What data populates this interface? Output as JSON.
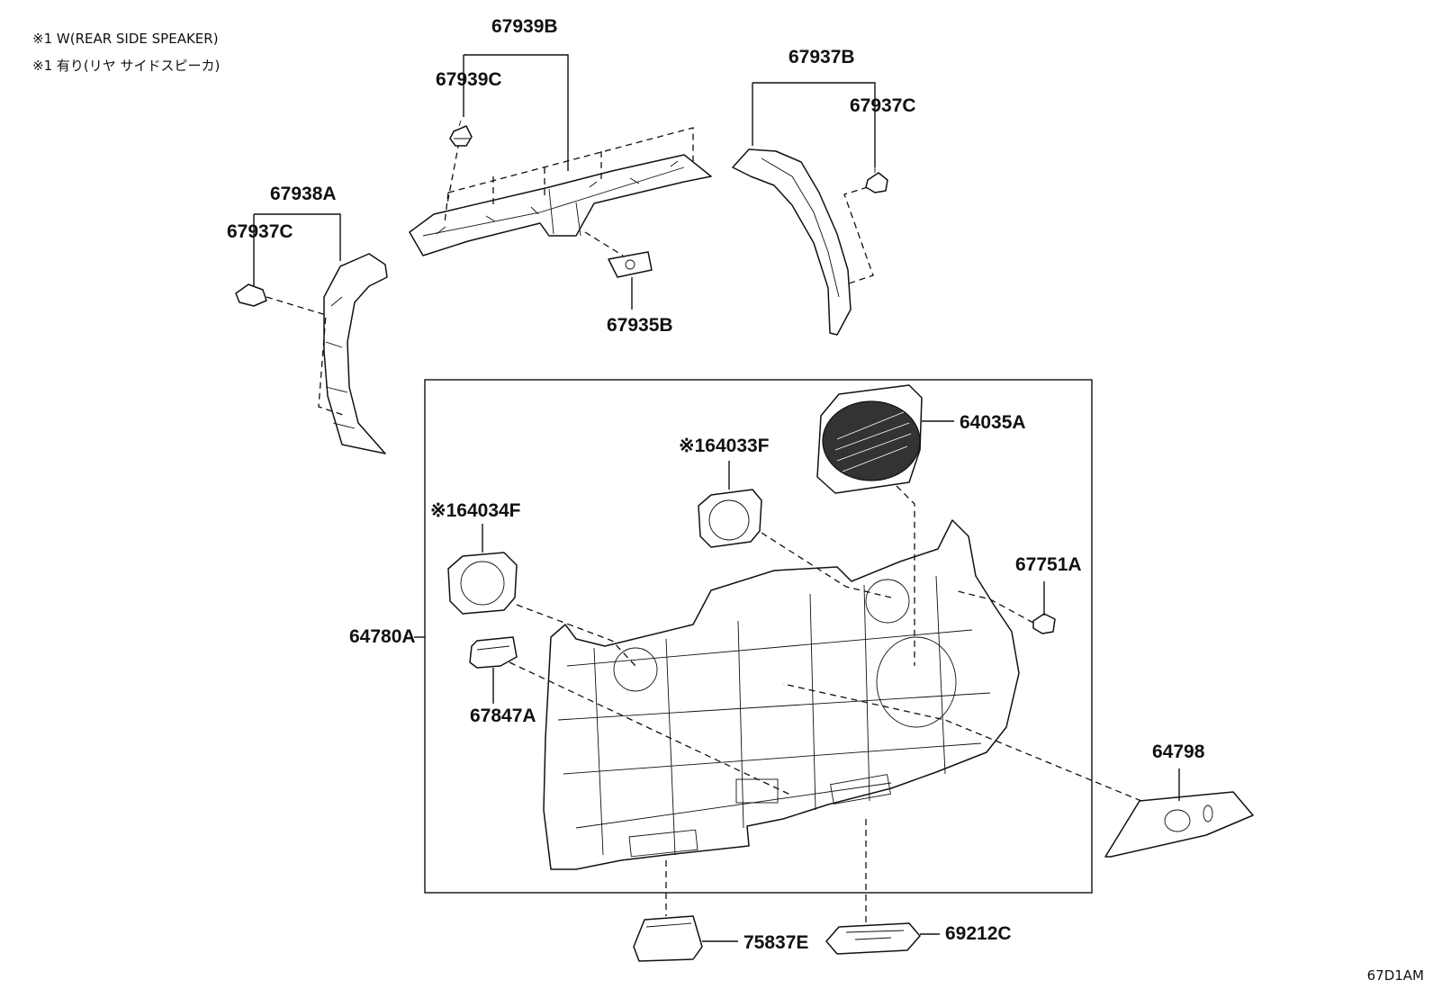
{
  "notes": [
    "※1 W(REAR SIDE SPEAKER)",
    "※1 有り(リヤ サイドスピーカ)"
  ],
  "parts": {
    "p67939B": "67939B",
    "p67939C": "67939C",
    "p67937B": "67937B",
    "p67937C_right": "67937C",
    "p67938A": "67938A",
    "p67937C_left": "67937C",
    "p67935B": "67935B",
    "p64035A": "64035A",
    "p64033F": "※164033F",
    "p64034F": "※164034F",
    "p67751A": "67751A",
    "p64780A": "64780A",
    "p67847A": "67847A",
    "p64798": "64798",
    "p75837E": "75837E",
    "p69212C": "69212C"
  },
  "diagram_code": "67D1AM"
}
